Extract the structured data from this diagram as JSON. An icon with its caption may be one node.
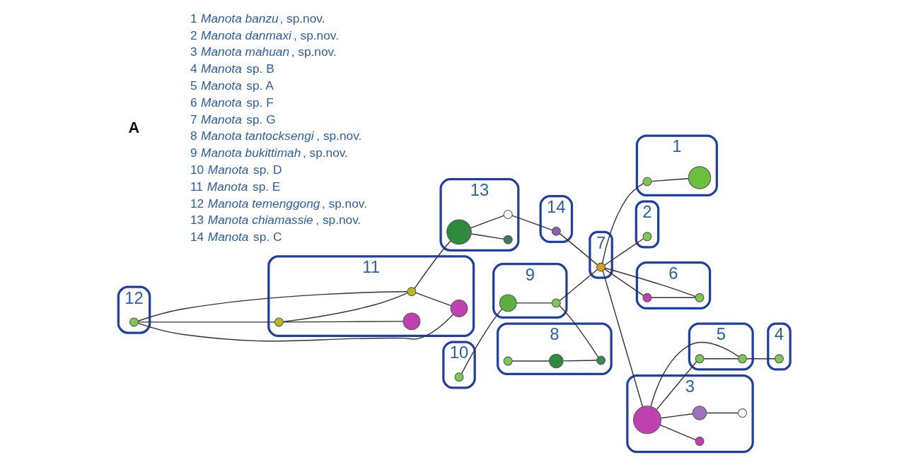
{
  "diagram": {
    "nodes": [
      {
        "text": [
          "12"
        ]
      },
      {
        "text": [],
        "shape": "circle",
        "in": 0
      },
      {
        "text": [
          "11"
        ]
      },
      {
        "text": [],
        "shape": "circle",
        "in": 2
      },
      {
        "text": [],
        "shape": "circle",
        "in": 2
      },
      {
        "text": [],
        "shape": "circle",
        "in": 2
      },
      {
        "text": [],
        "shape": "circle",
        "in": 2
      },
      {
        "text": [
          "13"
        ]
      },
      {
        "text": [],
        "shape": "circle",
        "in": 7
      },
      {
        "text": [],
        "shape": "circle",
        "in": 7
      },
      {
        "text": [],
        "shape": "circle",
        "in": 7
      },
      {
        "text": [
          "1"
        ]
      },
      {
        "text": [],
        "shape": "circle",
        "in": 11
      },
      {
        "text": [],
        "shape": "circle",
        "in": 11
      },
      {
        "text": [
          "14"
        ]
      },
      {
        "text": [],
        "shape": "circle",
        "in": 14
      },
      {
        "text": [
          "9"
        ]
      },
      {
        "text": [],
        "shape": "circle",
        "in": 16
      },
      {
        "text": [],
        "shape": "circle",
        "in": 16
      },
      {
        "text": [
          "7"
        ]
      },
      {
        "text": [],
        "shape": "circle",
        "in": 19
      },
      {
        "text": [
          "2"
        ]
      },
      {
        "text": [],
        "shape": "circle",
        "in": 21
      },
      {
        "text": [
          "10"
        ]
      },
      {
        "text": [],
        "shape": "circle",
        "in": 23
      },
      {
        "text": [
          "8"
        ]
      },
      {
        "text": [],
        "shape": "circle",
        "in": 25
      },
      {
        "text": [],
        "shape": "circle",
        "in": 25
      },
      {
        "text": [],
        "shape": "circle",
        "in": 25
      },
      {
        "text": [
          "6"
        ]
      },
      {
        "text": [],
        "shape": "circle",
        "in": 29
      },
      {
        "text": [],
        "shape": "circle",
        "in": 29
      },
      {
        "text": [
          "3"
        ]
      },
      {
        "text": [],
        "shape": "circle",
        "in": 32
      },
      {
        "text": [],
        "shape": "circle",
        "in": 32
      },
      {
        "text": [],
        "shape": "circle",
        "in": 32
      },
      {
        "text": [],
        "shape": "circle",
        "in": 32
      },
      {
        "text": [
          "5"
        ]
      },
      {
        "text": [],
        "shape": "circle",
        "in": 37
      },
      {
        "text": [],
        "shape": "circle",
        "in": 37
      },
      {
        "text": [
          "4"
        ]
      },
      {
        "text": [],
        "shape": "circle",
        "in": 40
      }
    ],
    "edges": [
      {
        "from": 1,
        "to": 4,
        "arrow": "none"
      },
      {
        "from": 1,
        "to": 6,
        "arrow": "none"
      },
      {
        "from": 1,
        "to": 5,
        "arrow": "none"
      },
      {
        "from": 4,
        "to": 3,
        "arrow": "none"
      },
      {
        "from": 4,
        "to": 6,
        "arrow": "none"
      },
      {
        "from": 6,
        "to": 5,
        "arrow": "none"
      },
      {
        "from": 6,
        "to": 8,
        "arrow": "none"
      },
      {
        "from": 8,
        "to": 9,
        "arrow": "none"
      },
      {
        "from": 8,
        "to": 10,
        "arrow": "none"
      },
      {
        "from": 10,
        "to": 15,
        "arrow": "none"
      },
      {
        "from": 15,
        "to": 20,
        "arrow": "none"
      },
      {
        "from": 20,
        "to": 13,
        "arrow": "none"
      },
      {
        "from": 13,
        "to": 12,
        "arrow": "none"
      },
      {
        "from": 20,
        "to": 22,
        "arrow": "none"
      },
      {
        "from": 18,
        "to": 20,
        "arrow": "none"
      },
      {
        "from": 17,
        "to": 18,
        "arrow": "none"
      },
      {
        "from": 24,
        "to": 17,
        "arrow": "none"
      },
      {
        "from": 18,
        "to": 28,
        "arrow": "none"
      },
      {
        "from": 26,
        "to": 27,
        "arrow": "none"
      },
      {
        "from": 27,
        "to": 28,
        "arrow": "none"
      },
      {
        "from": 20,
        "to": 30,
        "arrow": "none"
      },
      {
        "from": 20,
        "to": 31,
        "arrow": "none"
      },
      {
        "from": 30,
        "to": 31,
        "arrow": "none"
      },
      {
        "from": 20,
        "to": 33,
        "arrow": "none"
      },
      {
        "from": 33,
        "to": 34,
        "arrow": "none"
      },
      {
        "from": 33,
        "to": 35,
        "arrow": "none"
      },
      {
        "from": 35,
        "to": 36,
        "arrow": "none"
      },
      {
        "from": 33,
        "to": 38,
        "arrow": "none"
      },
      {
        "from": 33,
        "to": 39,
        "arrow": "none"
      },
      {
        "from": 38,
        "to": 39,
        "arrow": "none"
      },
      {
        "from": 39,
        "to": 41,
        "arrow": "none"
      }
    ],
    "labels": [
      "A",
      "1 *Manota banzu*, sp.nov.",
      "2 *Manota danmaxi*, sp.nov.",
      "3 *Manota mahuan*, sp.nov.",
      "4 *Manota* sp. B",
      "5 *Manota* sp. A",
      "6 *Manota* sp. F",
      "7 *Manota* sp. G",
      "8 *Manota tantocksengi*, sp.nov.",
      "9 *Manota bukittimah*, sp.nov.",
      "10 *Manota* sp. D",
      "11 *Manota* sp. E",
      "12 *Manota temenggong*, sp.nov.",
      "13 *Manota chiamassie*, sp.nov.",
      "14 *Manota* sp. C"
    ]
  }
}
